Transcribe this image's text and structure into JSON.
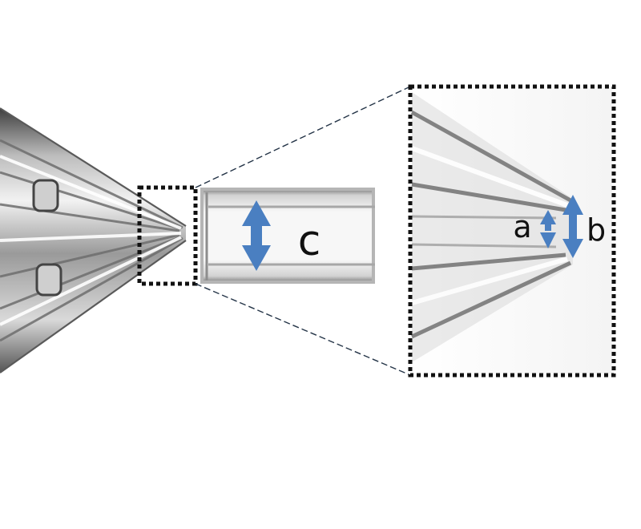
{
  "labels": {
    "a": "a",
    "b": "b",
    "c": "c"
  },
  "colors": {
    "arrow": "#4a7fc1",
    "box_border": "#111111",
    "connector": "#243447",
    "glass_dark": "#4a4a4a",
    "glass_light": "#e8e8e8"
  }
}
